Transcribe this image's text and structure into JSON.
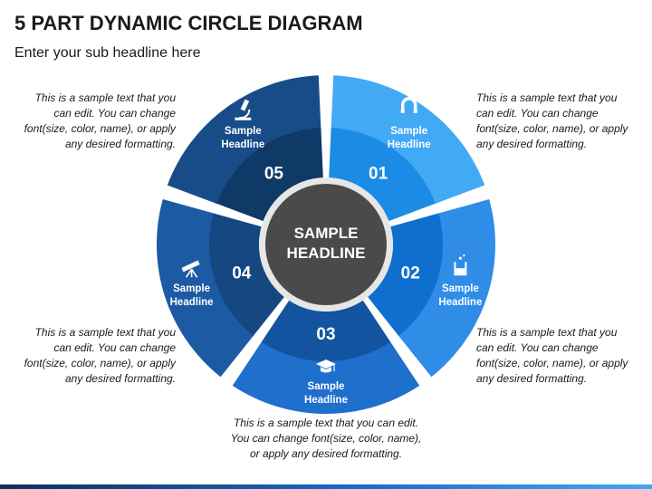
{
  "title": "5 PART DYNAMIC CIRCLE DIAGRAM",
  "subtitle": "Enter your sub headline here",
  "center": {
    "line1": "SAMPLE",
    "line2": "HEADLINE"
  },
  "segments": [
    {
      "number": "01",
      "headline1": "Sample",
      "headline2": "Headline",
      "icon": "magnet-icon",
      "outer": "#42a9f5",
      "inner": "#1b8be6"
    },
    {
      "number": "02",
      "headline1": "Sample",
      "headline2": "Headline",
      "icon": "beaker-icon",
      "outer": "#2f8de8",
      "inner": "#0f6fcf"
    },
    {
      "number": "03",
      "headline1": "Sample",
      "headline2": "Headline",
      "icon": "graduation-cap-icon",
      "outer": "#1f6fcc",
      "inner": "#12549f"
    },
    {
      "number": "04",
      "headline1": "Sample",
      "headline2": "Headline",
      "icon": "telescope-icon",
      "outer": "#1d5aa4",
      "inner": "#154880"
    },
    {
      "number": "05",
      "headline1": "Sample",
      "headline2": "Headline",
      "icon": "microscope-icon",
      "outer": "#174c88",
      "inner": "#0f3966"
    }
  ],
  "notes": {
    "top_left": [
      "This is a sample text that you",
      "can edit. You can change",
      "font(size, color, name), or apply",
      "any desired formatting."
    ],
    "top_right": [
      "This is a sample text that you",
      "can edit. You can change",
      "font(size, color, name), or apply",
      "any desired formatting."
    ],
    "bottom_left": [
      "This is a sample text that you",
      "can edit. You can change",
      "font(size, color, name), or apply",
      "any desired formatting."
    ],
    "bottom_right": [
      "This is a sample text that you",
      "can edit. You can change",
      "font(size, color, name), or apply",
      "any desired formatting."
    ],
    "bottom_center": [
      "This is a sample text that you can edit.",
      "You can change font(size, color, name),",
      "or apply any desired formatting."
    ]
  },
  "colors": {
    "center_fill": "#4a4a4a",
    "center_ring": "#e6e6e6",
    "bottom_bar_start": "#0d2f5c",
    "bottom_bar_end": "#42a5f5"
  }
}
